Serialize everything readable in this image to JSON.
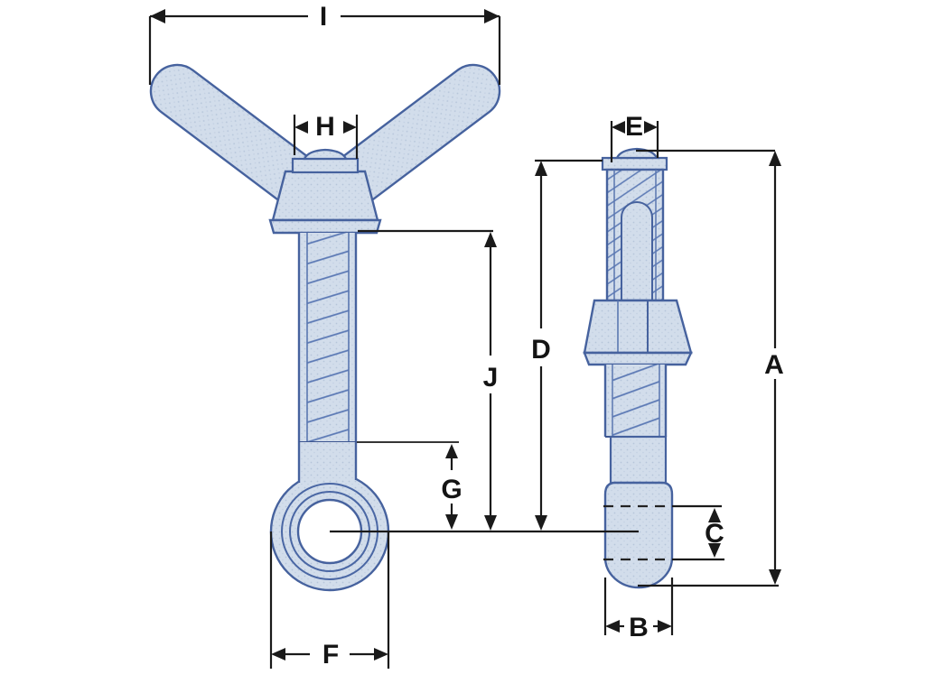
{
  "diagram": {
    "type": "technical-dimension-drawing",
    "subject": "Wing-head eye bolt shown in front view and side view with dimension callout letters",
    "dimension_labels": {
      "A": "A",
      "B": "B",
      "C": "C",
      "D": "D",
      "E": "E",
      "F": "F",
      "G": "G",
      "H": "H",
      "I": "I",
      "J": "J"
    }
  },
  "colors": {
    "background": "#ffffff",
    "part_fill": "#d2ddeb",
    "part_stipple": "#b6c5da",
    "part_outline": "#46629e",
    "inner_line": "#5a77b0",
    "hatch_line": "#5a78b4",
    "dimension_line": "#1a1a1a",
    "label_text": "#141414"
  }
}
